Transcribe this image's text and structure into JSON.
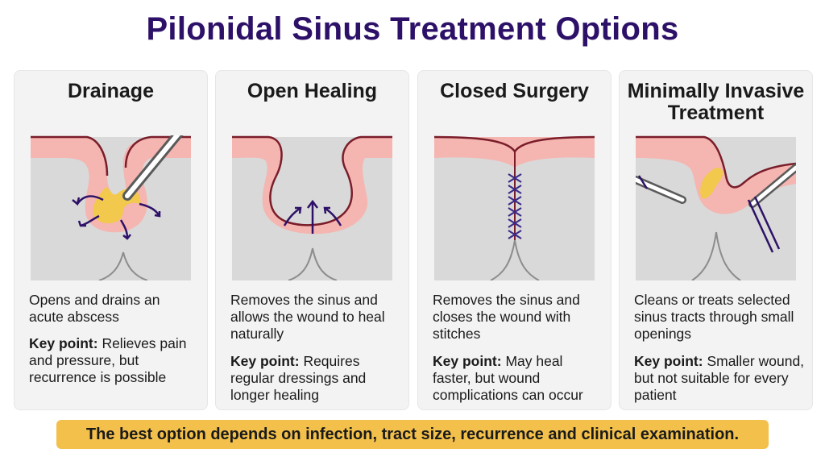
{
  "title": "Pilonidal Sinus Treatment Options",
  "cards": [
    {
      "title": "Drainage",
      "description": "Opens and drains an acute abscess",
      "key_label": "Key point:",
      "key_text": "Relieves pain and pressure, but recurrence is possible"
    },
    {
      "title": "Open Healing",
      "description": "Removes the sinus and allows the wound to heal naturally",
      "key_label": "Key point:",
      "key_text": "Requires regular dressings and longer healing"
    },
    {
      "title": "Closed Surgery",
      "description": "Removes the sinus and closes the wound with stitches",
      "key_label": "Key point:",
      "key_text": "May heal faster, but wound complications can occur"
    },
    {
      "title": "Minimally Invasive Treatment",
      "description": "Cleans or treats selected sinus tracts through small openings",
      "key_label": "Key point:",
      "key_text": "Smaller wound, but not suitable for every patient"
    }
  ],
  "footer": "The best option depends on infection, tract size, recurrence and clinical examination.",
  "colors": {
    "title": "#2d1168",
    "skin": "#f5b5b0",
    "tissue": "#d8d8d8",
    "pus": "#f2c94c",
    "outline": "#7a1d2a",
    "arrow": "#2d1168",
    "banner": "#f2c04b"
  }
}
